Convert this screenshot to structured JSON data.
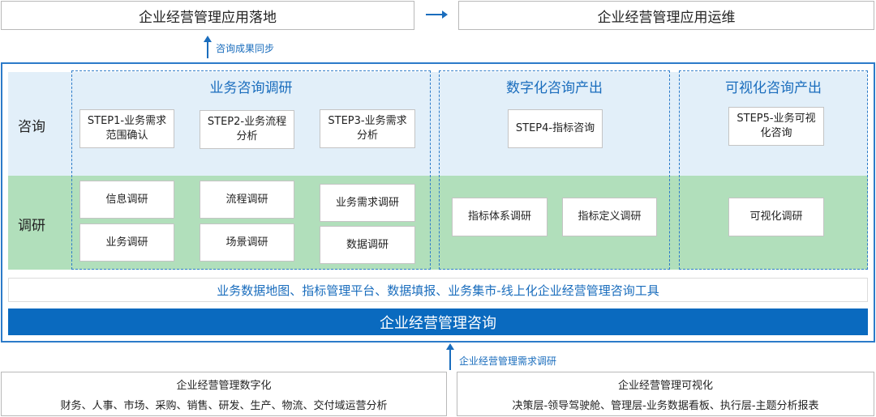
{
  "top": {
    "left_box": "企业经营管理应用落地",
    "right_box": "企业经营管理应用运维",
    "sync_label": "咨询成果同步"
  },
  "rows": {
    "consult_label": "咨询",
    "research_label": "调研"
  },
  "groups": [
    {
      "title": "业务咨询调研",
      "consult_cards": [
        "STEP1-业务需求\n范围确认",
        "STEP2-业务流程\n分析",
        "STEP3-业务需求\n分析"
      ],
      "research_cards": [
        "信息调研",
        "流程调研",
        "业务需求调研",
        "业务调研",
        "场景调研",
        "数据调研"
      ]
    },
    {
      "title": "数字化咨询产出",
      "consult_cards": [
        "STEP4-指标咨询"
      ],
      "research_cards": [
        "指标体系调研",
        "指标定义调研"
      ]
    },
    {
      "title": "可视化咨询产出",
      "consult_cards": [
        "STEP5-业务可视\n化咨询"
      ],
      "research_cards": [
        "可视化调研"
      ]
    }
  ],
  "tools_bar": "业务数据地图、指标管理平台、数据填报、业务集市-线上化企业经营管理咨询工具",
  "core_bar": "企业经营管理咨询",
  "bottom": {
    "research_label": "企业经营管理需求调研",
    "left_box": {
      "title": "企业经营管理数字化",
      "desc": "财务、人事、市场、采购、销售、研发、生产、物流、交付域运营分析"
    },
    "right_box": {
      "title": "企业经营管理可视化",
      "desc": "决策层-领导驾驶舱、管理层-业务数据看板、执行层-主题分析报表"
    }
  },
  "colors": {
    "accent_blue": "#1a6dbd",
    "core_bar_blue": "#0a6abf",
    "consult_band": "#e2eff9",
    "research_band": "#b1dfbb"
  }
}
